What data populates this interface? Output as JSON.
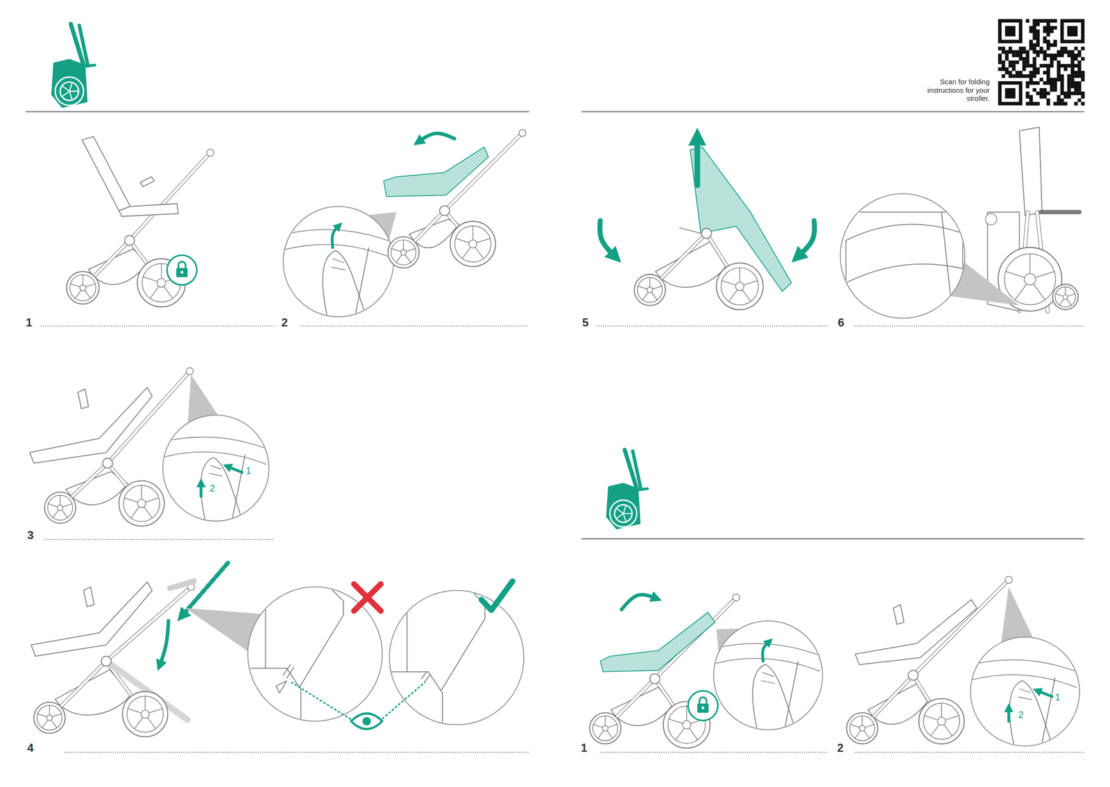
{
  "diagram": {
    "labels": [
      "Scan for folding instructions for your stroller.",
      "1",
      "2",
      "5",
      "6",
      "3",
      "1",
      "2",
      "4",
      "1",
      "2",
      "1",
      "2"
    ]
  }
}
